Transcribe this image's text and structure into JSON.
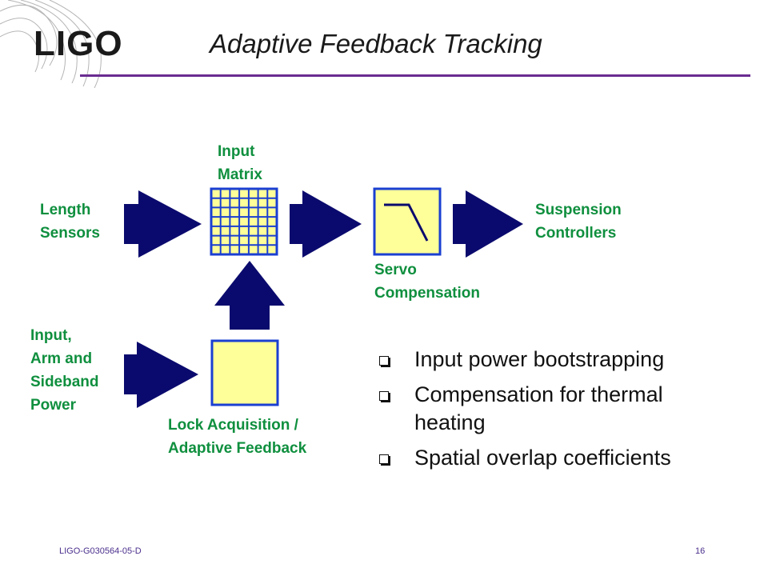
{
  "header": {
    "logo": "LIGO",
    "title": "Adaptive Feedback Tracking"
  },
  "colors": {
    "label_green": "#0f8f3e",
    "arrow_navy": "#0a0a6e",
    "box_fill": "#ffff99",
    "box_border": "#1a3fd1",
    "rule_purple": "#6a2c91",
    "footer": "#4b2f8c"
  },
  "diagram": {
    "labels": {
      "length_sensors": "Length\nSensors",
      "input_matrix": "Input\nMatrix",
      "servo_compensation": "Servo\nCompensation",
      "suspension_controllers": "Suspension\nControllers",
      "power_inputs": "Input,\nArm and\nSideband\nPower",
      "lock_acquisition": "Lock Acquisition /\nAdaptive Feedback"
    },
    "icons": [
      "input-matrix-grid-icon",
      "servo-rolloff-icon",
      "block-arrow-icon"
    ]
  },
  "bullets": [
    "Input power bootstrapping",
    "Compensation for thermal heating",
    "Spatial overlap coefficients"
  ],
  "footer": {
    "doc_id": "LIGO-G030564-05-D",
    "page": "16"
  }
}
